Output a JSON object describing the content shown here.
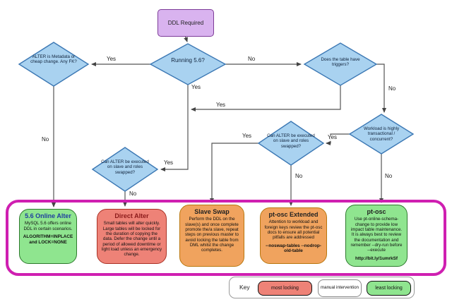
{
  "nodes": {
    "ddl_required": {
      "label": "DDL Required"
    },
    "running_56": {
      "label": "Running 5.6?"
    },
    "meta_check": {
      "label": "ALTER is Metadata or cheap change. Any FK?"
    },
    "triggers_check": {
      "label": "Does the table have triggers?"
    },
    "workload_check": {
      "label": "Workload is highly transactional / concurrent?"
    },
    "slave_check_right": {
      "label": "Can ALTER be executed on slave and roles swapped?"
    },
    "slave_check_left": {
      "label": "Can ALTER be executed on slave and roles swapped?"
    }
  },
  "edge_labels": {
    "running_yes_left": "Yes",
    "running_no_right": "No",
    "running_yes_down": "Yes",
    "triggers_yes_merge": "Yes",
    "triggers_no_down": "No",
    "workload_yes_left": "Yes",
    "workload_no_down": "No",
    "meta_no_down": "No",
    "slave_left_entry_yes": "Yes",
    "slave_left_no_down": "No",
    "slave_right_yes_left": "Yes",
    "slave_right_no_down": "No"
  },
  "outcomes": [
    {
      "title": "5.6 Online Alter",
      "body": "MySQL 5.6 offers online DDL in certain scenarios.",
      "note": "ALGORITHM=INPLACE and LOCK=NONE",
      "color": "#8fe58f"
    },
    {
      "title": "Direct Alter",
      "body": "Small tables will alter quickly. Large tables will be locked for the duration of copying the data. Defer the change until a period of allowed downtime or light load unless an emergency change.",
      "note": "",
      "color": "#ee8277"
    },
    {
      "title": "Slave Swap",
      "body": "Perform the DDL on the slave(s) and once complete promote the/a slave, repeat steps on previous master to avoid locking the table from DML whilst the change completes.",
      "note": "",
      "color": "#f0a35e"
    },
    {
      "title": "pt-osc Extended",
      "body": "Attention to workload and foreign keys review the pt-osc docs to ensure all potential pitfalls are addressed",
      "note": "--noswap-tables --nodrop-old-table",
      "color": "#f0a35e"
    },
    {
      "title": "pt-osc",
      "body": "Use pt-online-schema-change to provide low impact table maintenance. It is always best to review the documentation and remember --dry-run before --execute",
      "note": "http://bit.ly/1umrkSf",
      "color": "#8fe58f"
    }
  ],
  "legend": {
    "title": "Key",
    "items": [
      {
        "label": "most locking",
        "color": "#ee8277"
      },
      {
        "label": "manual intervention",
        "color": "#ffffff"
      },
      {
        "label": "least locking",
        "color": "#8fe58f"
      }
    ]
  },
  "colors": {
    "diamond_fill": "#a9d2f0",
    "diamond_border": "#3c78b4",
    "start_fill": "#d9b3ef",
    "frame_border": "#cf1fb1"
  }
}
